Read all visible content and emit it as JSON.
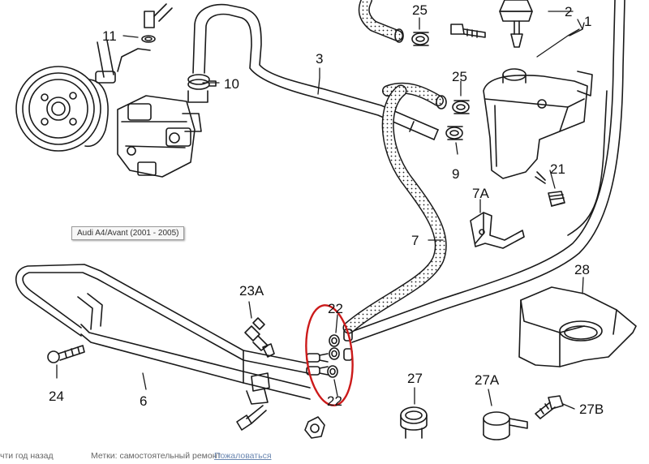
{
  "tooltip": "Audi A4/Avant (2001 - 2005)",
  "labels": {
    "p1": "1",
    "p2": "2",
    "p3": "3",
    "p6": "6",
    "p7": "7",
    "p7a": "7A",
    "p9": "9",
    "p10": "10",
    "p11": "11",
    "p21": "21",
    "p22_top": "22",
    "p22_bottom": "22",
    "p23a": "23A",
    "p24": "24",
    "p25_top": "25",
    "p25_mid": "25",
    "p27": "27",
    "p27a": "27A",
    "p27b": "27B",
    "p28": "28"
  },
  "footer": {
    "time": "чти год назад",
    "tags": "Метки: самостоятельный ремонт",
    "report": "Пожаловаться"
  },
  "colors": {
    "line": "#1a1a1a",
    "highlight": "#cc1a1a"
  }
}
